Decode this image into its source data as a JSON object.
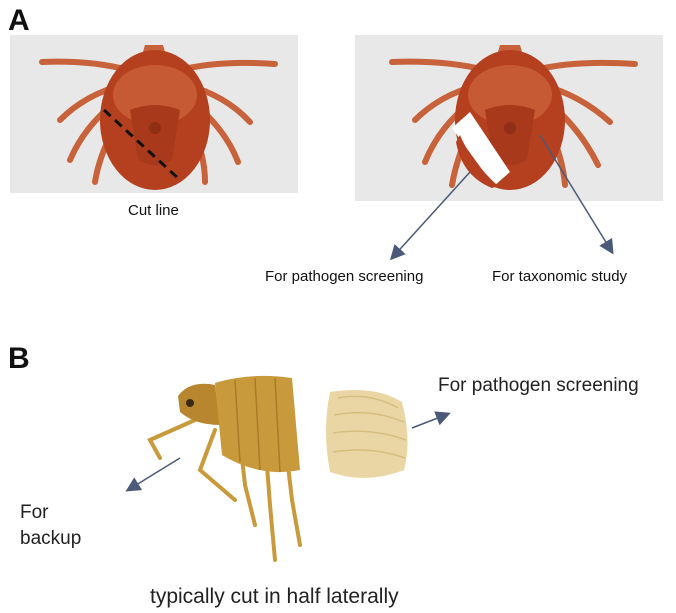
{
  "panel_a": {
    "letter": "A",
    "left_caption": "Cut line",
    "right_caption_pathogen": "For pathogen screening",
    "right_caption_taxonomy": "For taxonomic study"
  },
  "panel_b": {
    "letter": "B",
    "caption_pathogen": "For pathogen screening",
    "caption_backup_line1": "For",
    "caption_backup_line2": "backup",
    "bottom_caption": "typically cut in half laterally"
  },
  "colors": {
    "tick_body": "#b5401f",
    "tick_legs": "#c8623a",
    "flea_body": "#c99a3c",
    "flea_abdomen": "#e9d6a4",
    "arrow": "#4a5a78",
    "photo_bg": "#e8e8e8"
  }
}
